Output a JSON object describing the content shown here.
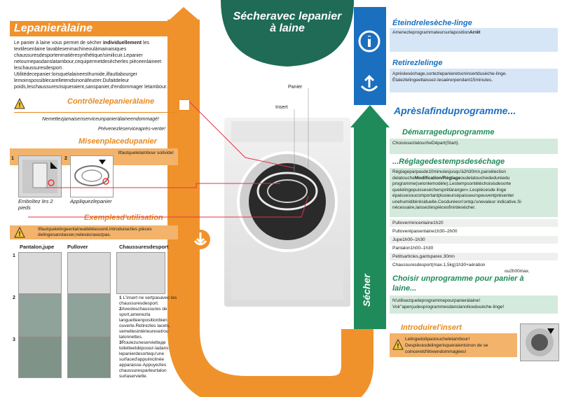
{
  "header": {
    "title": "Sécheravec lepanier à laine"
  },
  "left": {
    "title": "Lepanieràlaine",
    "intro_line1": "Le panier à laine vous permet de sécher ",
    "intro_bold": "individuellement",
    "intro_line2": " les textilesenlaine lavablesenmachineoulàmainaisiques chaussuresdesportenmatièresynthétique/similicuir.Lepanier netournepasdanslatambour,cequipermetdesécherles pièceenlaineet leschaussuresdesport.",
    "intro_line3": "Utilitédecepanier:lorsquelalaineesthumide,ilfautlabourger lemoinspossiblecarelletendsinonàfeutrer.Dufaitdeleur poids,leschaussuresrisqueraient,sanspanier,d'endommager letambour.",
    "control_title": "Contrôlezlepanieràlaine",
    "warn1": "Nemettezjamaisenserviceunpanieràlaineendommagé!",
    "warn2": "Prévenezleserviceaprès-vente!",
    "place_title": "Miseenplacedupanier",
    "place_note": "Ilfautqueletambour soitvide!",
    "step1_num": "1",
    "step2_num": "2",
    "step1_caption": "Emboîtez les 2 pieds",
    "step2_caption": "Appliquezlepanier",
    "examples_title": "Exemplesd'utilisation",
    "examples_note": "Ilfautquelelingeenlaineaitétéessoré.Introduisezles pièces delingesanstasser,nelesécrasezpas.",
    "col1": "Pantalon,jupe",
    "col2": "Pullover",
    "col3": "Chaussuresdesport",
    "row1": "1",
    "row2": "2",
    "row3": "3",
    "shoe_text1": "L'insert ne sertpasavec les chaussuresdesport.",
    "shoe_text2": "Avecleschaussures de sport,amenezla languetteenpositionbien ouverte.Retirezles lacets, semellesintérieureset/ou talonnettes.",
    "shoe_text3": "Roulezuneservietteде toiletteetdéposez-ladans lepanierdesortequ'une surfaced'appuiinclinée apparaisse.Appuyezles chaussuresparleurtalon surlaserviette."
  },
  "middle": {
    "label_panier": "Panier",
    "label_insert": "Insert",
    "vertical_label": "Sécher"
  },
  "right": {
    "off_title": "Éteindrelesèche-linge",
    "off_text": "Amenezleprogrammateursurlaposition",
    "off_bold": "Arrêt",
    "remove_title": "Retirezlelinge",
    "remove_text1": "Aprèsleséchage,sortezlepanieretsoninsertdusèche-linge.",
    "remove_text2": "Étalezlelingeetlaissez-lesaérerpendant15minutes.",
    "after_title": "Aprèslafinduprogramme...",
    "start_title": "Démarrageduprogramme",
    "start_text": "ChoisissezlatoucheDépart(Start).",
    "time_title": "...Réglagedestempsdeséchage",
    "time_text1": "Réglageparpasde10minutesjusqu'à2h30mn,parsélection delatouche",
    "time_bold": "Modification/Réglage",
    "time_text2": "oudelatouchededuréedu programme(selonlemodèle).Lestempsontétéchoisisdesorte quelelingepuisseséchersprêtàranger».Lespiècesde linge épaissesoucomportantplusieursépaisseurspeuventprésenter unehumiditérésiduelle.Cesduréesn'ontqu'unevaleur indicative.Si nécessaire,laissezlespiècesfinirdesécher.",
    "times": [
      "Pullovermincenlaine1h20",
      "Pulloverépaisenlaine1h30–2h00",
      "Jupe1h00–1h30",
      "Pantalon1h00–1h30",
      "Petitsarticles,gantsparex.30mn",
      "Chaussuresdesport(max.1,5kg)1h30+aération"
    ],
    "times_extra": "ou2h00max.",
    "choose_title": "Choisir unprogramme pour panier à laine...",
    "choose_text1": "N'utilisezqueleprogrammepourpanieràlaine!",
    "choose_text2": "Voir\"aperçudesprogrammesdanslanoticedusèche-linge!",
    "insert_title": "Introduirel'insert",
    "insert_text1": "Lelingedoitpastoucheletambour!",
    "insert_text2": "Despiècesdelingerisqueraientsinon de se coinceretd'êtreendommagées!"
  },
  "colors": {
    "orange": "#e8891f",
    "blue": "#1a6fbf",
    "green": "#1f8a5a",
    "teal": "#1f6b55"
  },
  "icons": [
    "warning-icon",
    "power-icon",
    "remove-arrow-icon",
    "insert-arrow-icon",
    "arrow-up-icon"
  ]
}
